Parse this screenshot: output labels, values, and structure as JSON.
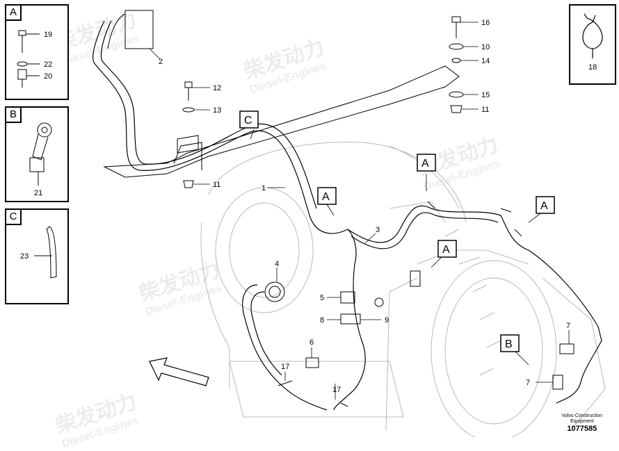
{
  "watermark": {
    "zh": "柴发动力",
    "en": "Diesel-Engines"
  },
  "panels": {
    "a": {
      "letter": "A",
      "labels": [
        "19",
        "22",
        "20"
      ]
    },
    "b": {
      "letter": "B",
      "labels": [
        "21"
      ]
    },
    "c": {
      "letter": "C",
      "labels": [
        "23"
      ]
    },
    "d": {
      "labels": [
        "18"
      ]
    }
  },
  "callouts": [
    "2",
    "16",
    "10",
    "14",
    "15",
    "11",
    "12",
    "13",
    "11",
    "1",
    "3",
    "4",
    "5",
    "8",
    "9",
    "6",
    "17",
    "17",
    "7",
    "7"
  ],
  "tags": [
    "C",
    "A",
    "A",
    "A",
    "A",
    "B"
  ],
  "footer": {
    "line1": "Volvo Construction",
    "line2": "Equipment",
    "doc_number": "1077585"
  },
  "colors": {
    "line": "#000000",
    "engine": "#b8b8b8",
    "watermark": "#969696"
  }
}
